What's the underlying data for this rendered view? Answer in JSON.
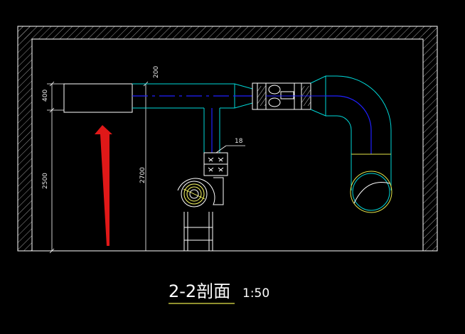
{
  "drawing": {
    "title": "2-2剖面",
    "scale": "1:50"
  },
  "dimensions": {
    "d400": "400",
    "d2500": "2500",
    "d200": "200",
    "d2700": "2700",
    "d18": "18"
  },
  "colors": {
    "background": "#000000",
    "wall": "#ffffff",
    "duct": "#00d8d8",
    "centerline": "#2020ff",
    "equipment": "#ffffff",
    "flange": "#e6e64a",
    "fan": "#ffff66",
    "arrow": "#e01818"
  }
}
